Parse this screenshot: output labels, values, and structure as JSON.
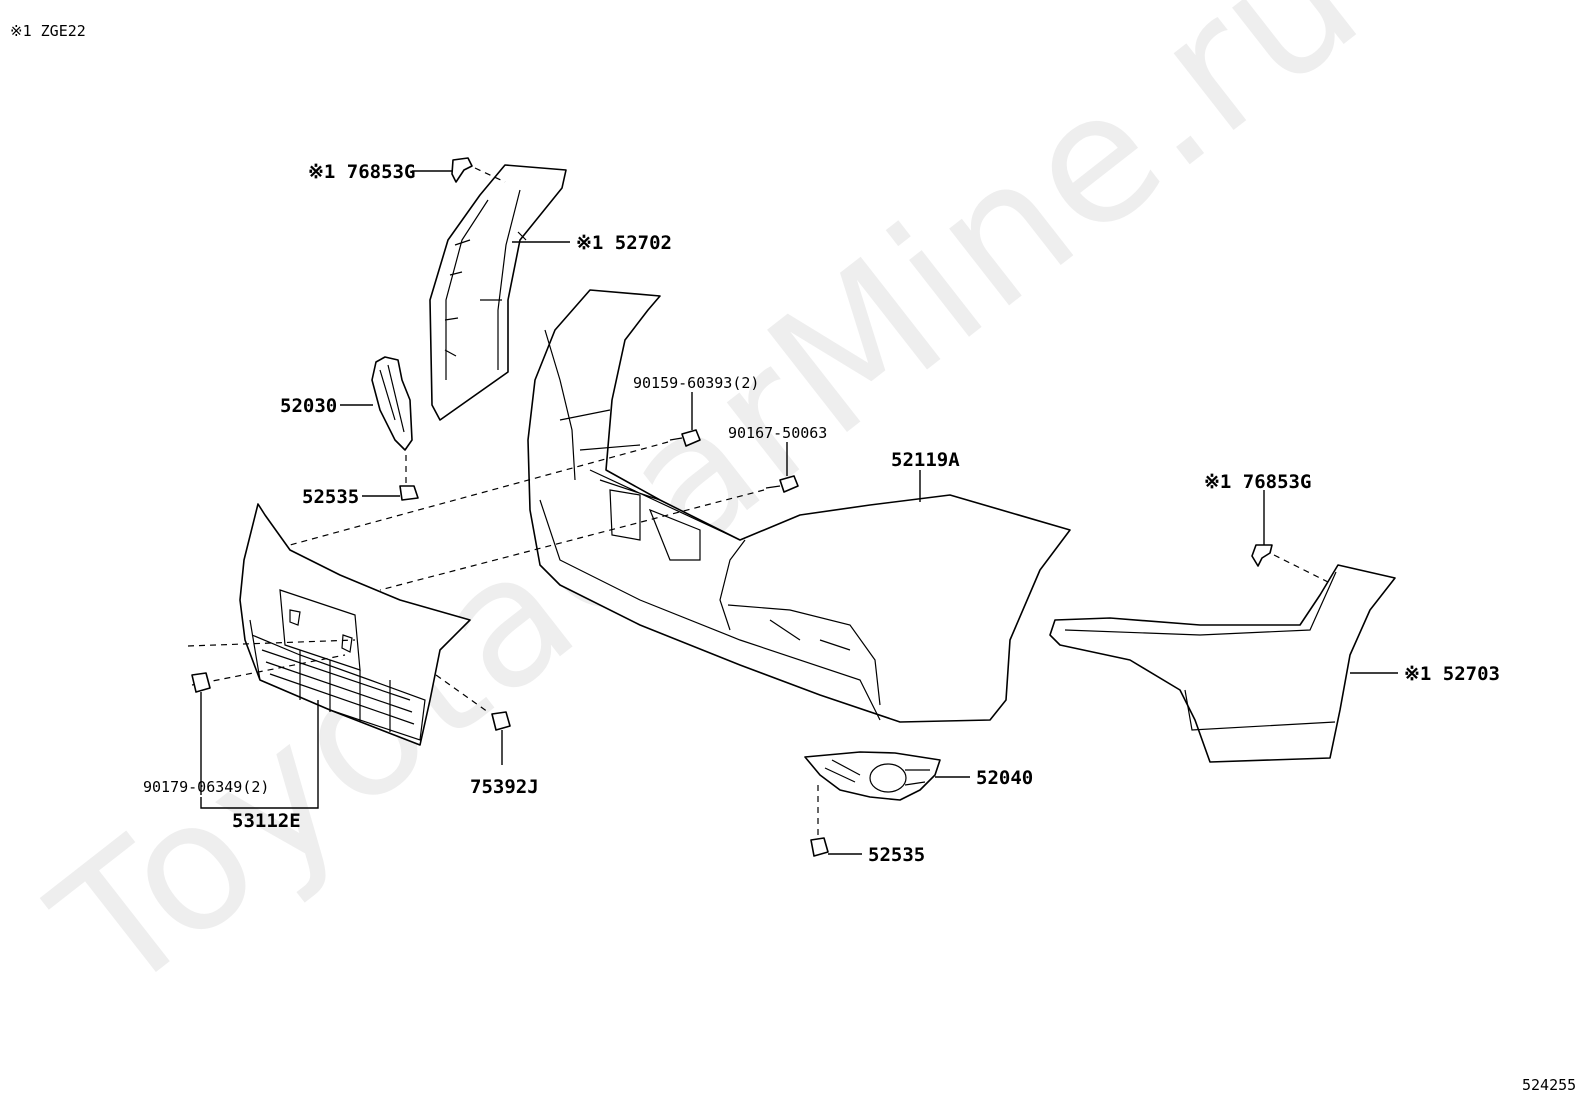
{
  "note_top": "※1 ZGE22",
  "watermark": "ToyotaCarMine.ru",
  "diagram_id": "524255",
  "labels": {
    "clip_76853g_left": "※1 76853G",
    "cover_52702": "※1 52702",
    "bolt_90159": "90159-60393(2)",
    "bolt_90167": "90167-50063",
    "bezel_52030": "52030",
    "clip_52535_left": "52535",
    "bumper_52119a": "52119A",
    "clip_76853g_right": "※1 76853G",
    "cover_52703": "※1 52703",
    "nut_90179": "90179-06349(2)",
    "grille_53112e": "53112E",
    "clip_75392j": "75392J",
    "fog_cover_52040": "52040",
    "clip_52535_bottom": "52535"
  }
}
